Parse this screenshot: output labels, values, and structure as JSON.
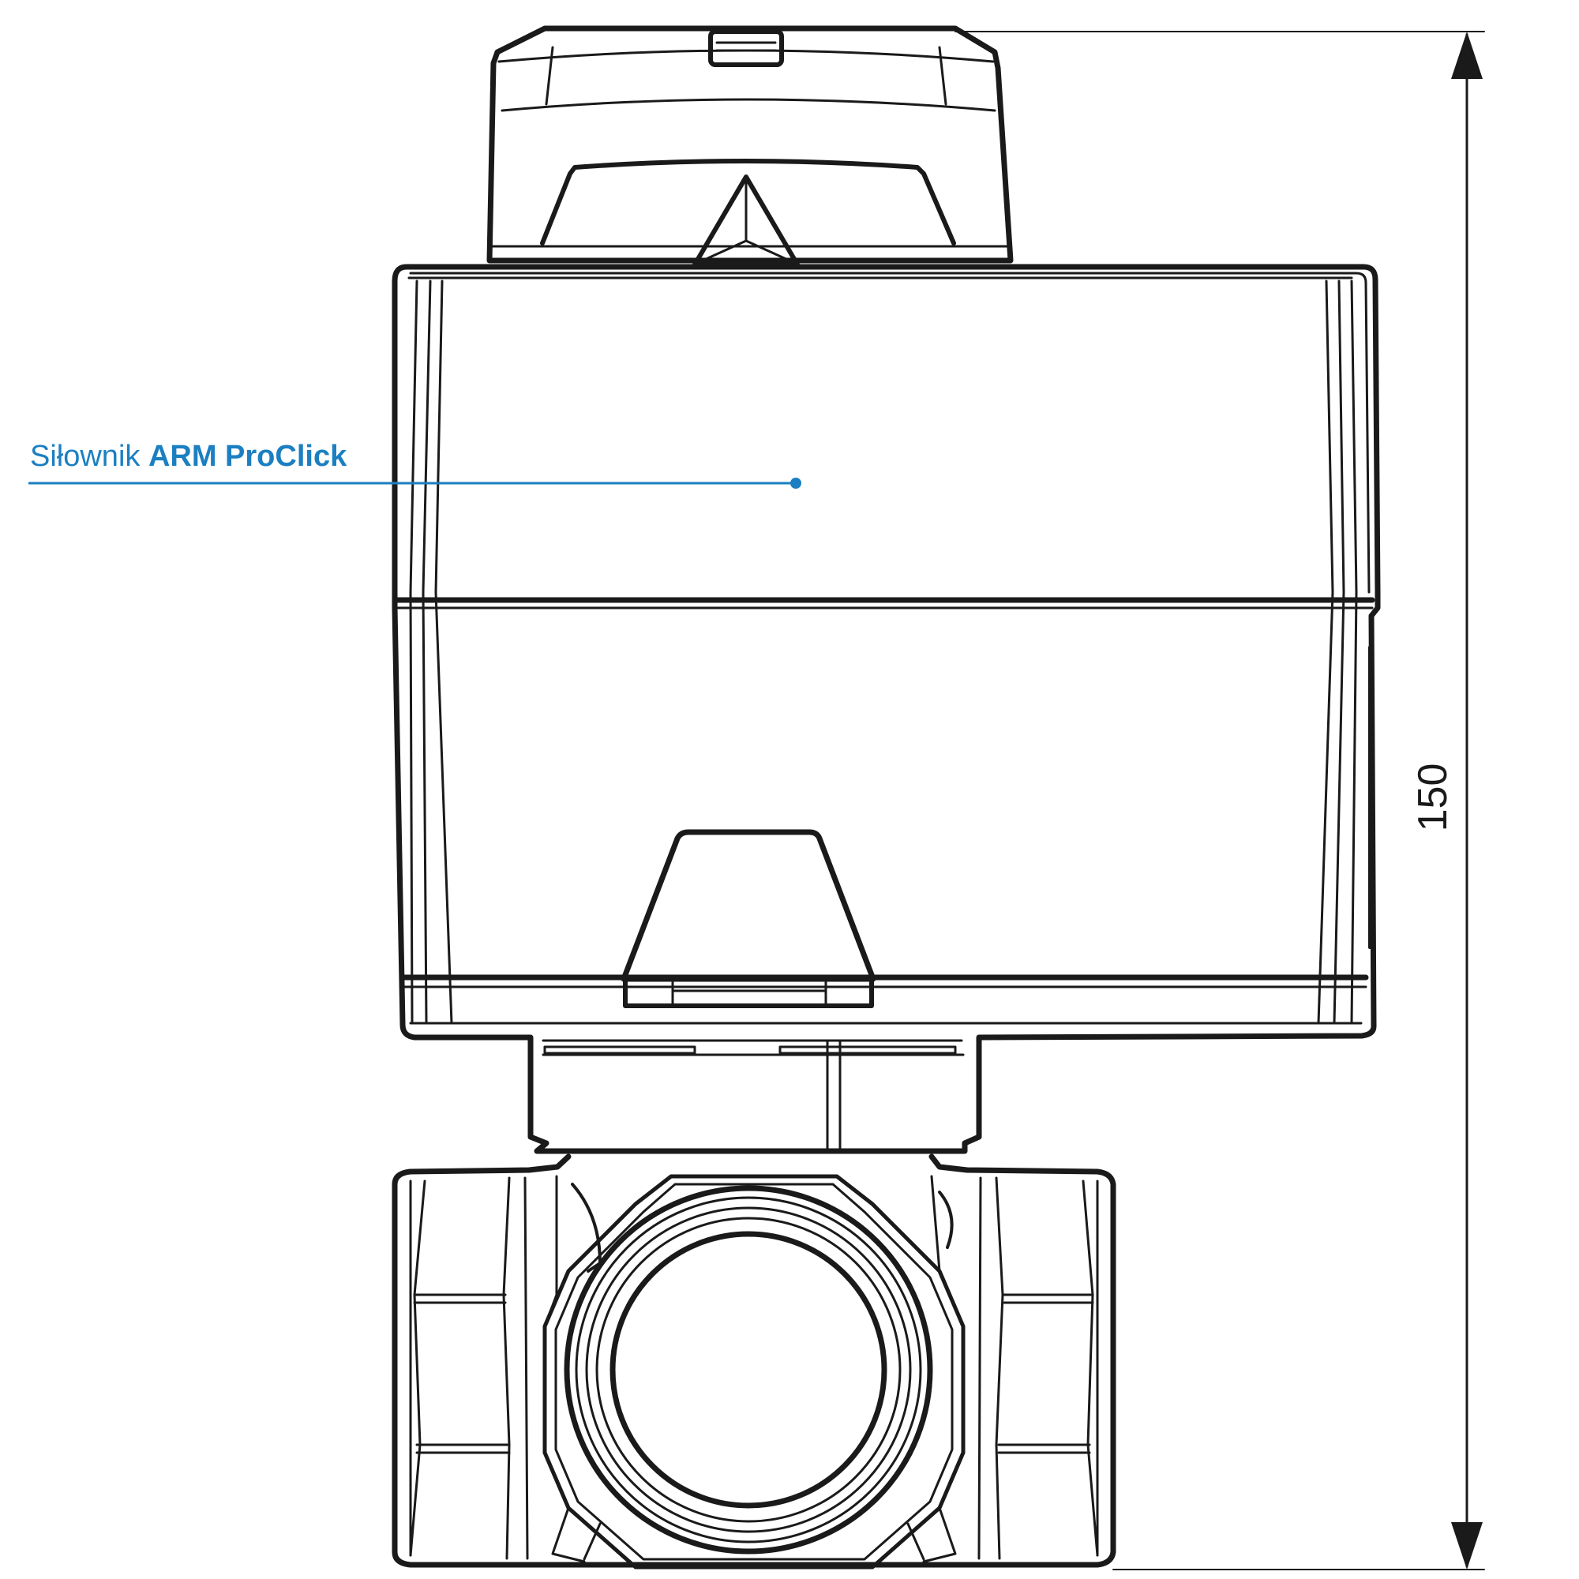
{
  "callout": {
    "label_regular": "Siłownik ",
    "label_bold": "ARM ProClick",
    "color": "#1b7fc1"
  },
  "dimension": {
    "value": "150"
  },
  "line_color": "#1a1a1a"
}
